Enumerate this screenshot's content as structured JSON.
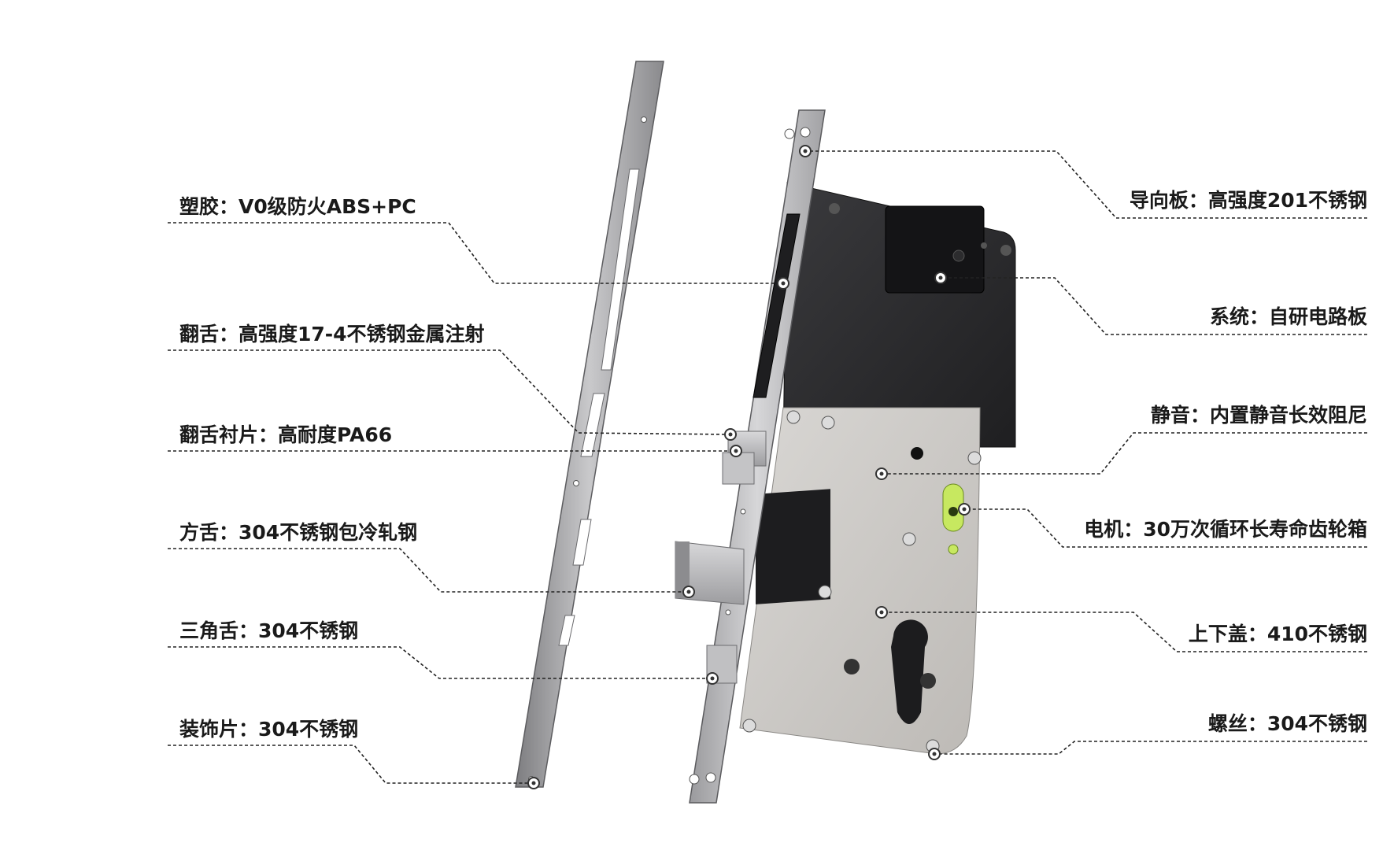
{
  "labels_left": [
    {
      "id": "plastic",
      "text": "塑胶：V0级防火ABS+PC"
    },
    {
      "id": "latch",
      "text": "翻舌：高强度17-4不锈钢金属注射"
    },
    {
      "id": "latch-liner",
      "text": "翻舌衬片：高耐度PA66"
    },
    {
      "id": "deadbolt",
      "text": "方舌：304不锈钢包冷轧钢"
    },
    {
      "id": "triangle-bolt",
      "text": "三角舌：304不锈钢"
    },
    {
      "id": "trim-plate",
      "text": "装饰片：304不锈钢"
    }
  ],
  "labels_right": [
    {
      "id": "guide-plate",
      "text": "导向板：高强度201不锈钢"
    },
    {
      "id": "system",
      "text": "系统：自研电路板"
    },
    {
      "id": "mute",
      "text": "静音：内置静音长效阻尼"
    },
    {
      "id": "motor",
      "text": "电机：30万次循环长寿命齿轮箱"
    },
    {
      "id": "cover",
      "text": "上下盖：410不锈钢"
    },
    {
      "id": "screw",
      "text": "螺丝：304不锈钢"
    }
  ],
  "colors": {
    "steel": "#b9b9bb",
    "steel_dark": "#8e8e90",
    "black_cover": "#2a2a2c",
    "motor_green": "#b8e04a",
    "leader": "#222222"
  }
}
